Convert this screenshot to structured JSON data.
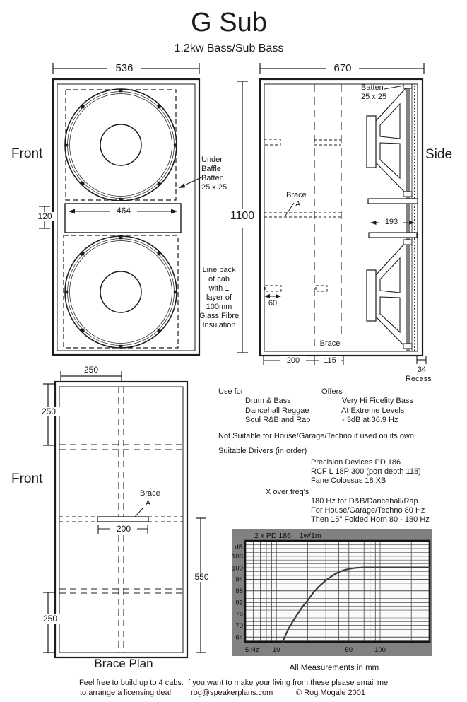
{
  "title": "G Sub",
  "subtitle": "1.2kw Bass/Sub Bass",
  "front_view": {
    "label": "Front",
    "width_dim": "536",
    "port_height_dim": "120",
    "port_width_dim": "464",
    "baffle_note": [
      "Under",
      "Baffle",
      "Batten",
      "25 x 25"
    ]
  },
  "side_view": {
    "label": "Side",
    "width_dim": "670",
    "height_dim": "1100",
    "batten_note": [
      "Batten",
      "25 x 25"
    ],
    "brace_note": [
      "Brace",
      "A"
    ],
    "port_depth_dim": "193",
    "small_dim": "60",
    "brace_bottom_label": "Brace",
    "bottom_dims": [
      "200",
      "115",
      "34"
    ],
    "recess_label": "Recess"
  },
  "insulation_note": [
    "Line back",
    "of cab",
    "with 1",
    "layer of",
    "100mm",
    "Glass Fibre",
    "Insulation"
  ],
  "brace_plan": {
    "label": "Front",
    "caption": "Brace Plan",
    "top_dim": "250",
    "left_top_dim": "250",
    "left_bottom_dim": "250",
    "right_dim": "550",
    "brace_width_dim": "200",
    "brace_note": [
      "Brace",
      "A"
    ]
  },
  "specs": {
    "use_for_heading": "Use for",
    "use_for_items": [
      "Drum & Bass",
      "Dancehall Reggae",
      "Soul R&B and Rap"
    ],
    "offers_heading": "Offers",
    "offers_items": [
      "Very Hi Fidelity Bass",
      "At Extreme Levels",
      "- 3dB at 36.9 Hz"
    ],
    "not_suitable": "Not Suitable for House/Garage/Techno if used on its own",
    "drivers_heading": "Suitable Drivers (in order)",
    "drivers": [
      "Precision Devices PD 186",
      "RCF L 18P 300 (port depth 118)",
      "Fane Colossus 18 XB"
    ],
    "xover_heading": "X over freq's",
    "xover_items": [
      "180 Hz for D&B/Dancehall/Rap",
      "For House/Garage/Techno 80 Hz",
      "Then 15\" Folded Horn 80 - 180 Hz"
    ]
  },
  "chart_data": {
    "type": "line",
    "title": "2 x PD 186    1w/1m",
    "x_scale": "log",
    "x_range": [
      5,
      300
    ],
    "x_ticks": [
      {
        "v": 5,
        "label": "5 Hz"
      },
      {
        "v": 10,
        "label": "10"
      },
      {
        "v": 50,
        "label": "50"
      },
      {
        "v": 100,
        "label": "100"
      }
    ],
    "x_gridlines": [
      5,
      6,
      7,
      8,
      9,
      10,
      20,
      30,
      40,
      50,
      60,
      70,
      80,
      90,
      100,
      200,
      300
    ],
    "y_range": [
      61.5,
      114
    ],
    "y_ticks": [
      64,
      70,
      76,
      82,
      88,
      94,
      100,
      106
    ],
    "y_minor_step": 2,
    "y_axis_label": "dB",
    "series": [
      {
        "name": "2 x PD 186 1w/1m",
        "points": [
          [
            11.5,
            61.5
          ],
          [
            12,
            64
          ],
          [
            13,
            68
          ],
          [
            14,
            71
          ],
          [
            16,
            76
          ],
          [
            18,
            80
          ],
          [
            20,
            83
          ],
          [
            23,
            87.5
          ],
          [
            26,
            90.5
          ],
          [
            30,
            93.5
          ],
          [
            35,
            96
          ],
          [
            40,
            97.8
          ],
          [
            45,
            98.8
          ],
          [
            50,
            99.4
          ],
          [
            55,
            99.8
          ],
          [
            60,
            100
          ],
          [
            70,
            100.2
          ],
          [
            100,
            100.2
          ],
          [
            300,
            100.2
          ]
        ]
      }
    ],
    "colors": {
      "background": "#818181",
      "plot_background": "#fafafa",
      "grid": "#4a4a4a",
      "line": "#3b3b3b",
      "border": "#151515",
      "text": "#111111"
    }
  },
  "footer": {
    "measurements_note": "All Measurements in mm",
    "line1": "Feel free to build up to 4 cabs. If you want to make your living from these please email me",
    "line2_part1": "to arrange a licensing deal.",
    "line2_part2": "rog@speakerplans.com",
    "line2_part3": "© Rog Mogale 2001"
  }
}
